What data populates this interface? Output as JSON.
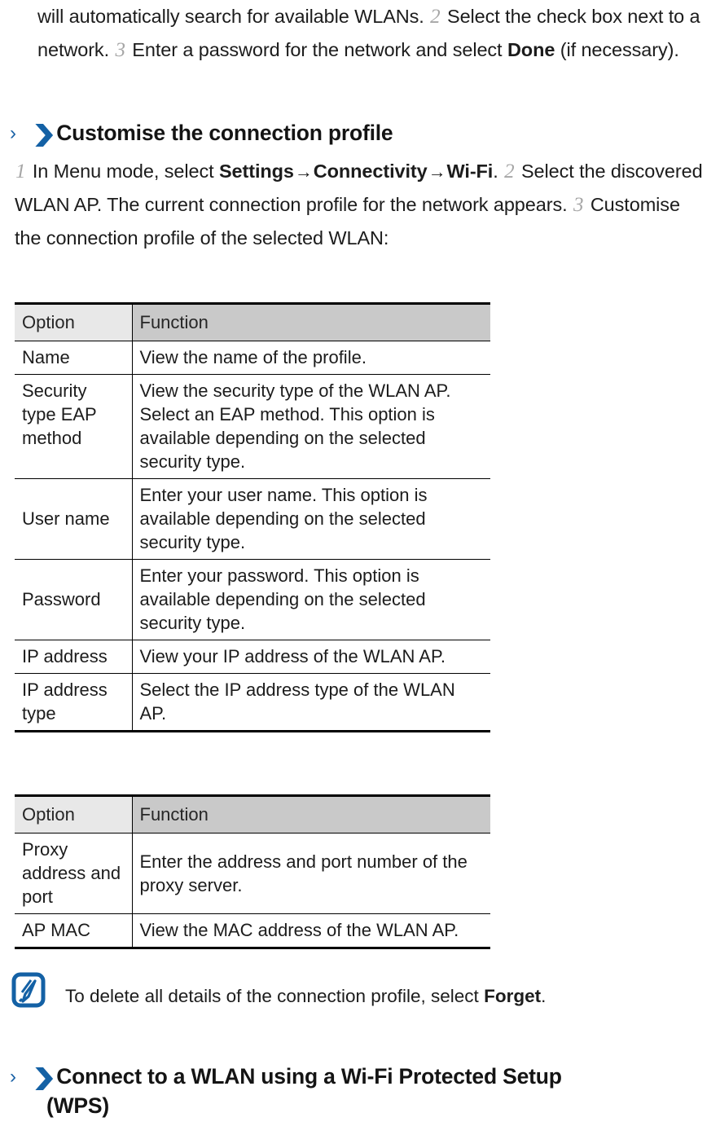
{
  "intro_paragraph": {
    "text_1": "will automatically search for available WLANs.",
    "step_2": "2",
    "text_2": "Select the check box next to a network.",
    "step_3": "3",
    "text_3": "Enter a password for the network and select",
    "bold_done": "Done",
    "text_4": "(if necessary)."
  },
  "heading_customise": {
    "chevron_thin": "›",
    "chevron_bold": "❯",
    "title": "Customise the connection profile"
  },
  "steps_paragraph": {
    "step_1": "1",
    "text_1": "In Menu mode, select",
    "bold_settings": "Settings",
    "arrow_1": "→",
    "bold_connectivity": "Connectivity",
    "arrow_2": "→",
    "bold_wifi": "Wi-Fi",
    "text_2": ".",
    "step_2": "2",
    "text_3": "Select the discovered WLAN AP. The current connection profile for the network appears.",
    "step_3": "3",
    "text_4": "Customise the connection profile of the selected WLAN:"
  },
  "table_1": {
    "headers": [
      "Option",
      "Function"
    ],
    "rows": [
      {
        "option": "Name",
        "function": "View the name of the profile.",
        "align": "middle"
      },
      {
        "option": "Security type EAP method",
        "function": "View the security type of the WLAN AP. Select an EAP method. This option is available depending on the selected security type.",
        "align": "top"
      },
      {
        "option": "User name",
        "function": "Enter your user name. This option is available depending on the selected security type.",
        "align": "middle"
      },
      {
        "option": "Password",
        "function": "Enter your password. This option is available depending on the selected security type.",
        "align": "middle"
      },
      {
        "option": "IP address",
        "function": "View your IP address of the WLAN AP.",
        "align": "middle"
      },
      {
        "option": "IP address type",
        "function": "Select the IP address type of the WLAN AP.",
        "align": "middle"
      }
    ]
  },
  "table_2": {
    "headers": [
      "Option",
      "Function"
    ],
    "rows": [
      {
        "option": "Proxy address and port",
        "function": "Enter the address and port number of the proxy server.",
        "align": "middle"
      },
      {
        "option": "AP MAC",
        "function": "View the MAC address of the WLAN AP.",
        "align": "middle"
      }
    ]
  },
  "note": {
    "icon": "note-pen-icon",
    "text_1": "To delete all details of the connection profile, select",
    "bold_forget": "Forget",
    "text_2": "."
  },
  "heading_wps": {
    "chevron_thin": "›",
    "chevron_bold": "❯",
    "title_line_1": "Connect to a WLAN using a Wi-Fi Protected Setup",
    "title_line_2": "(WPS)"
  },
  "colors": {
    "accent_blue": "#1461a5",
    "header_option_bg": "#e8e8e8",
    "header_function_bg": "#c9c9c9",
    "text": "#1c1c1c",
    "step_number": "#a6a6a6"
  }
}
